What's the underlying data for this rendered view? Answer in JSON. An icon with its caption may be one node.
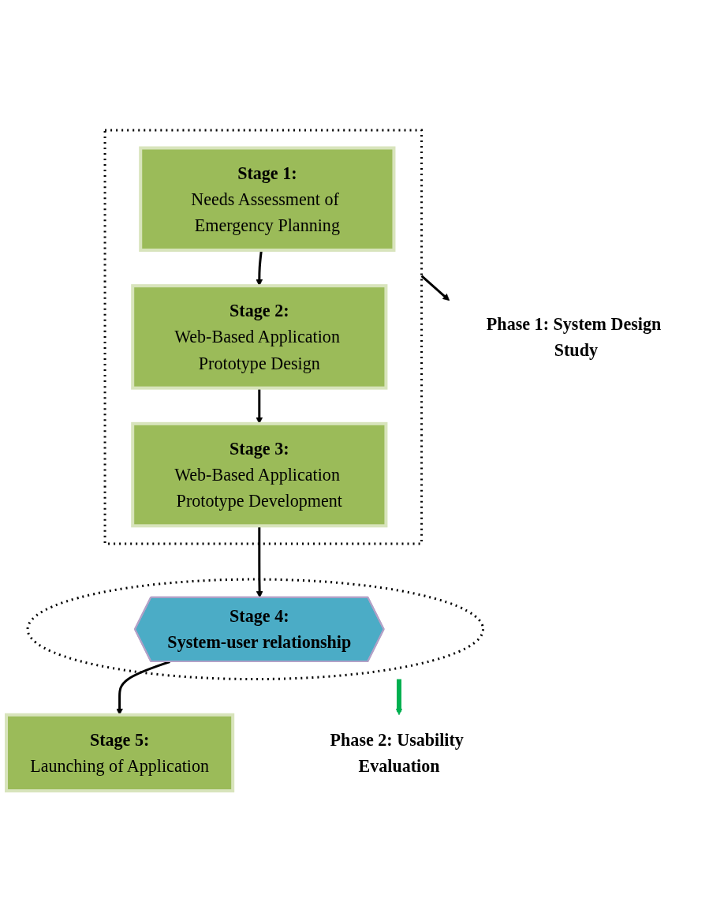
{
  "diagram": {
    "nodes": [
      {
        "text": [],
        "shape": "box"
      },
      {
        "text": [
          "Stage 1:",
          "Needs Assessment of Emergency Planning"
        ],
        "in": 0
      },
      {
        "text": [
          "Stage 2:",
          "Web-Based Application Prototype Design"
        ],
        "in": 0
      },
      {
        "text": [
          "Stage 3:",
          "Web-Based Application Prototype Development"
        ],
        "in": 0
      },
      {
        "text": [],
        "shape": "circle"
      },
      {
        "text": [
          "Stage 4:",
          "System-user relationship"
        ],
        "in": 4
      },
      {
        "text": [
          "Stage 5:",
          "Launching of Application"
        ]
      },
      {
        "text": [
          "Phase 1: System Design Study"
        ]
      },
      {
        "text": [
          "Phase 2: Usability Evaluation"
        ]
      }
    ],
    "edges": [
      {
        "from": 1,
        "to": 2,
        "arrow": "to"
      },
      {
        "from": 2,
        "to": 3,
        "arrow": "to"
      },
      {
        "from": 3,
        "to": 5,
        "arrow": "to"
      },
      {
        "from": 5,
        "to": 6,
        "arrow": "to"
      },
      {
        "from": 0,
        "to": 7,
        "arrow": "to"
      },
      {
        "from": 4,
        "to": 8,
        "arrow": "to",
        "style": "thick",
        "color": "#00b050"
      }
    ]
  }
}
